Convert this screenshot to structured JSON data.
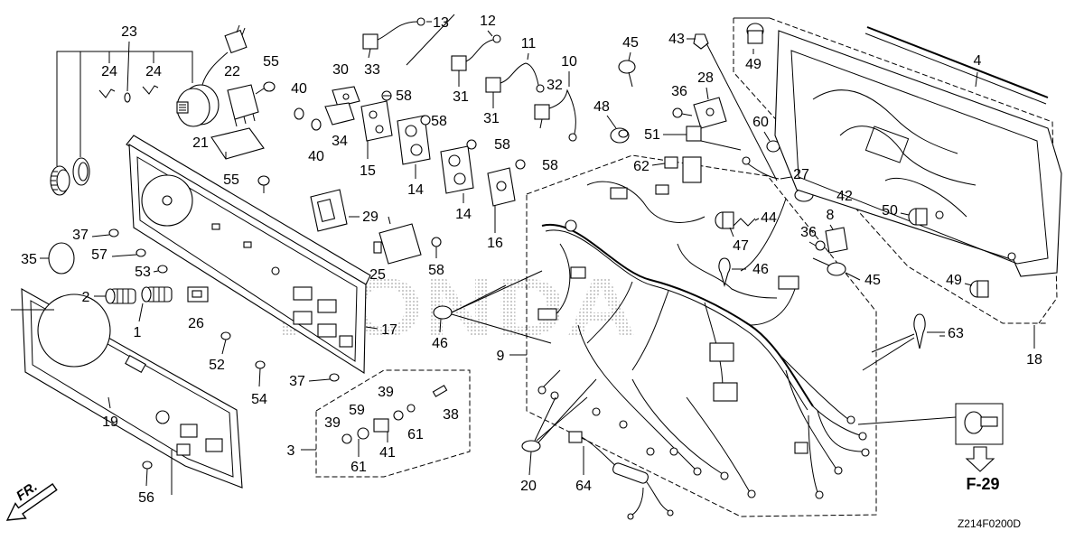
{
  "watermark": "HONDA",
  "callouts": [
    "23",
    "24",
    "24",
    "22",
    "55",
    "30",
    "33",
    "13",
    "12",
    "11",
    "10",
    "31",
    "31",
    "32",
    "45",
    "43",
    "49",
    "4",
    "28",
    "36",
    "48",
    "51",
    "60",
    "40",
    "58",
    "58",
    "58",
    "58",
    "34",
    "40",
    "15",
    "14",
    "14",
    "16",
    "21",
    "55",
    "62",
    "27",
    "42",
    "44",
    "8",
    "36",
    "47",
    "46",
    "45",
    "50",
    "49",
    "29",
    "58",
    "37",
    "57",
    "53",
    "35",
    "25",
    "2",
    "26",
    "1",
    "46",
    "17",
    "52",
    "9",
    "63",
    "18",
    "37",
    "54",
    "39",
    "38",
    "59",
    "39",
    "61",
    "3",
    "61",
    "41",
    "19",
    "56",
    "20",
    "64"
  ],
  "section_ref": "F-29",
  "drawing_code": "Z214F0200D",
  "direction_label": "FR."
}
